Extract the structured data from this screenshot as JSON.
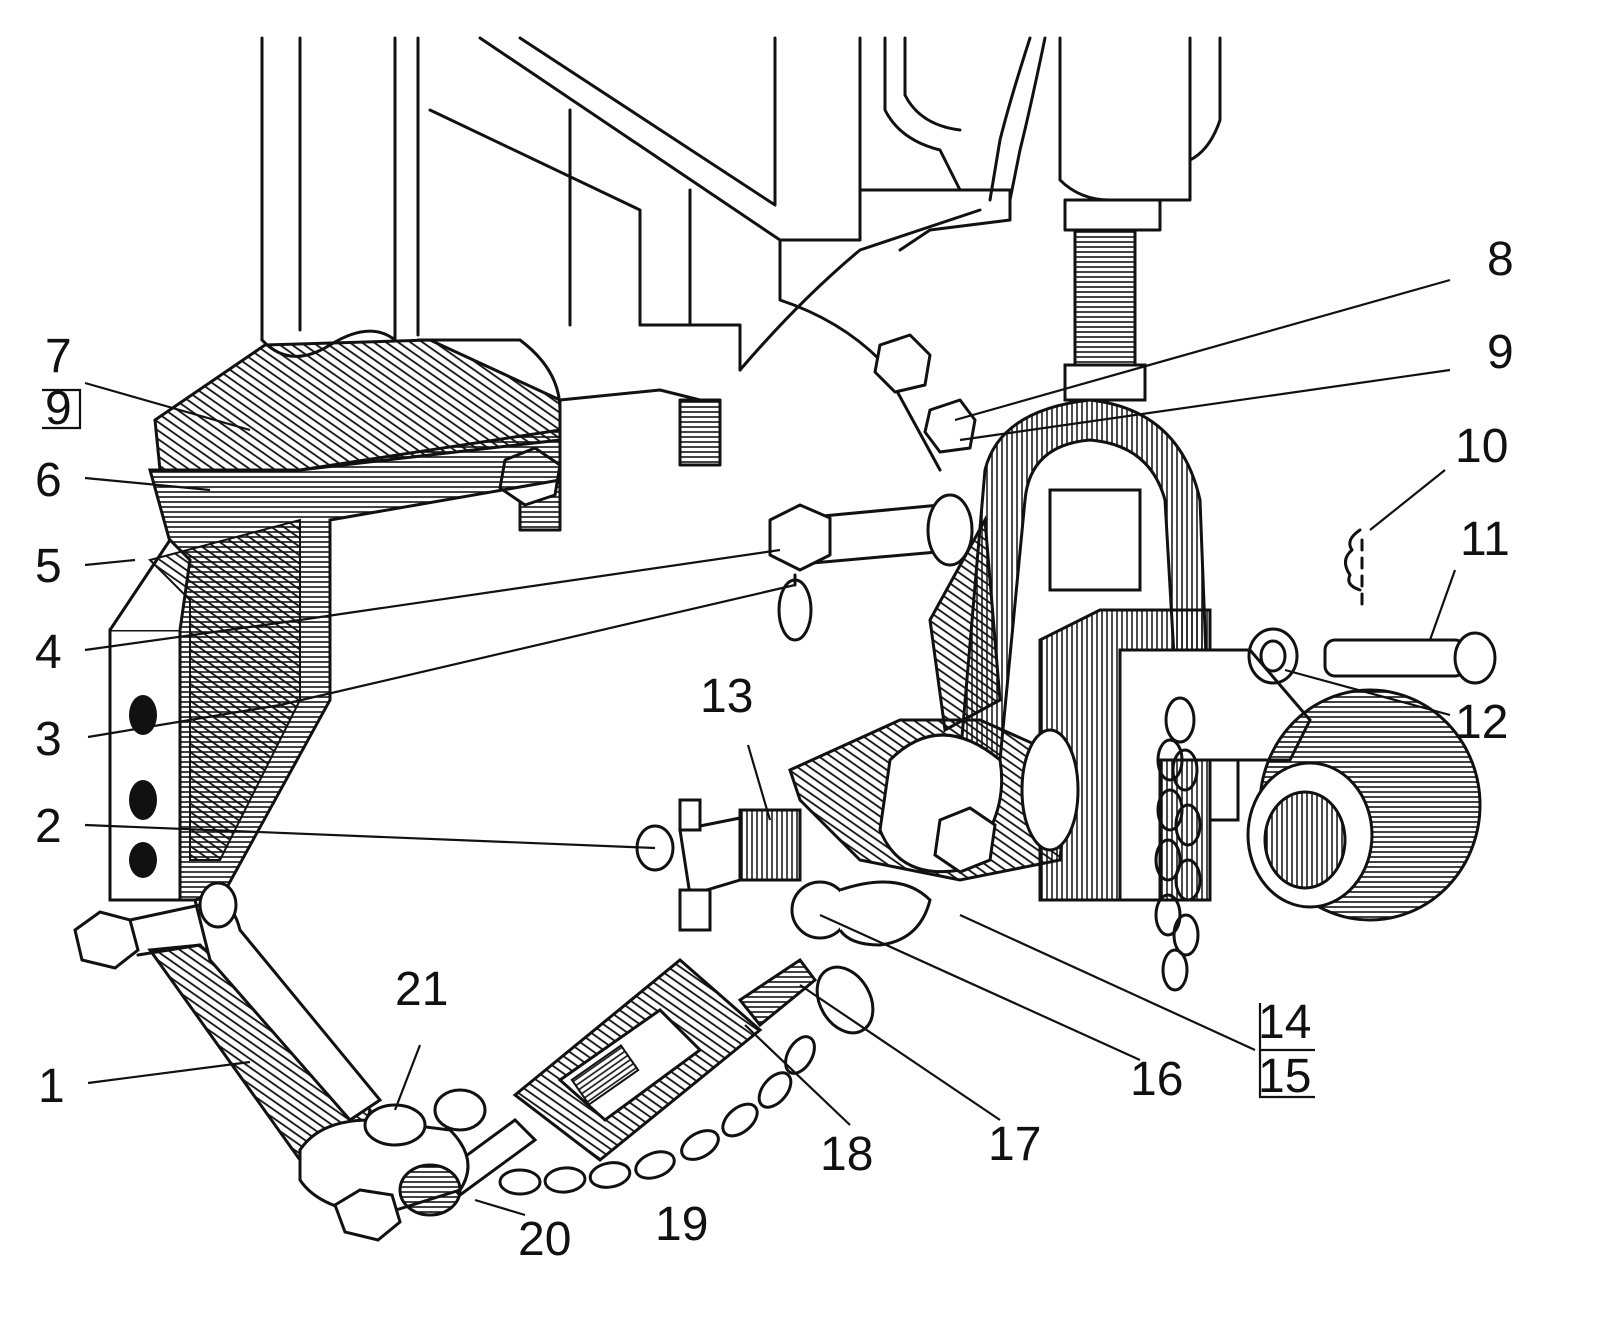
{
  "labels": [
    {
      "id": "1",
      "text": "1"
    },
    {
      "id": "2",
      "text": "2"
    },
    {
      "id": "3",
      "text": "3"
    },
    {
      "id": "4",
      "text": "4"
    },
    {
      "id": "5",
      "text": "5"
    },
    {
      "id": "6",
      "text": "6"
    },
    {
      "id": "7",
      "text": "7"
    },
    {
      "id": "9a",
      "text": "9"
    },
    {
      "id": "8",
      "text": "8"
    },
    {
      "id": "9b",
      "text": "9"
    },
    {
      "id": "10",
      "text": "10"
    },
    {
      "id": "11",
      "text": "11"
    },
    {
      "id": "12",
      "text": "12"
    },
    {
      "id": "13",
      "text": "13"
    },
    {
      "id": "14",
      "text": "14"
    },
    {
      "id": "15",
      "text": "15"
    },
    {
      "id": "16",
      "text": "16"
    },
    {
      "id": "17",
      "text": "17"
    },
    {
      "id": "18",
      "text": "18"
    },
    {
      "id": "19",
      "text": "19"
    },
    {
      "id": "20",
      "text": "20"
    },
    {
      "id": "21",
      "text": "21"
    }
  ]
}
